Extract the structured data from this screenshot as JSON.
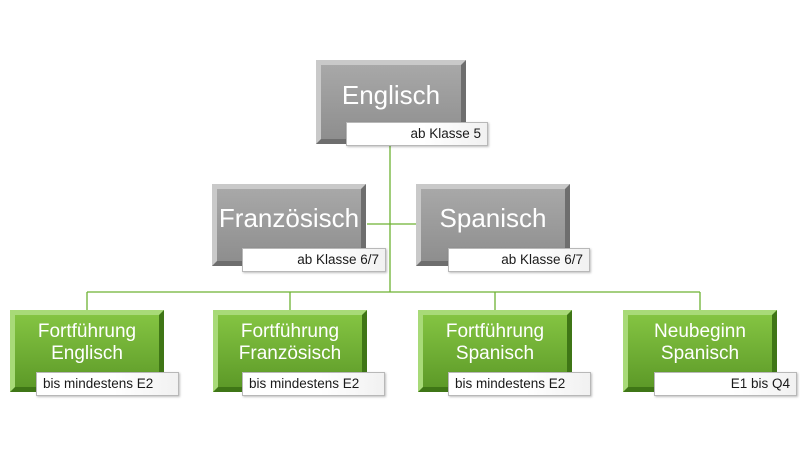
{
  "colors": {
    "primary_node": "#9a9a9a",
    "secondary_node": "#6db233",
    "connector": "#6db233",
    "label_bg": "#ffffff"
  },
  "diagram": {
    "root": {
      "title": "Englisch",
      "subtitle": "ab Klasse 5"
    },
    "second_level": [
      {
        "title": "Französisch",
        "subtitle": "ab Klasse 6/7"
      },
      {
        "title": "Spanisch",
        "subtitle": "ab Klasse 6/7"
      }
    ],
    "third_level": [
      {
        "title": "Fortführung\nEnglisch",
        "subtitle": "bis mindestens E2"
      },
      {
        "title": "Fortführung\nFranzösisch",
        "subtitle": "bis mindestens E2"
      },
      {
        "title": "Fortführung\nSpanisch",
        "subtitle": "bis mindestens E2"
      },
      {
        "title": "Neubeginn\nSpanisch",
        "subtitle": "E1 bis Q4"
      }
    ]
  }
}
